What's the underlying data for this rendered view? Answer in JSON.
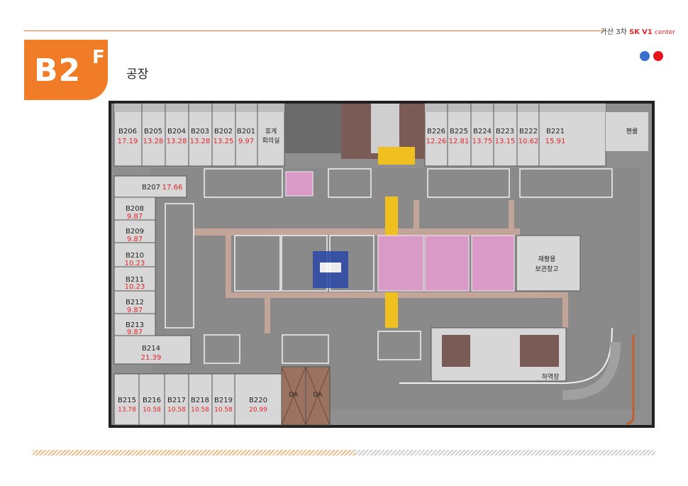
{
  "header": {
    "brand_prefix": "가산 3차",
    "brand_sk": "SK",
    "brand_vi": "V1",
    "brand_center": "center"
  },
  "floor": {
    "label": "B2",
    "suffix": "F"
  },
  "subtitle": "공장",
  "colors": {
    "accent": "#f07c28",
    "red_text": "#e3262b",
    "dot_blue": "#3a6fd0",
    "dot_red": "#e8141c",
    "accessible_pink": "#d99ac8"
  },
  "units_top": [
    {
      "name": "B206",
      "area": "17.19"
    },
    {
      "name": "B205",
      "area": "13.28"
    },
    {
      "name": "B204",
      "area": "13.28"
    },
    {
      "name": "B203",
      "area": "13.28"
    },
    {
      "name": "B202",
      "area": "13.25"
    },
    {
      "name": "B201",
      "area": "9.97"
    }
  ],
  "meeting_room": {
    "line1": "휴게",
    "line2": "회의실"
  },
  "units_top_right": [
    {
      "name": "B226",
      "area": "12.26"
    },
    {
      "name": "B225",
      "area": "12.81"
    },
    {
      "name": "B224",
      "area": "13.75"
    },
    {
      "name": "B223",
      "area": "13.15"
    },
    {
      "name": "B222",
      "area": "10.62"
    },
    {
      "name": "B221",
      "area": "15.91"
    }
  ],
  "fan_room": "팬룸",
  "unit_b207": {
    "name": "B207",
    "area": "17.66"
  },
  "units_left": [
    {
      "name": "B208",
      "area": "9.87"
    },
    {
      "name": "B209",
      "area": "9.87"
    },
    {
      "name": "B210",
      "area": "10.23"
    },
    {
      "name": "B211",
      "area": "10.23"
    },
    {
      "name": "B212",
      "area": "9.87"
    },
    {
      "name": "B213",
      "area": "9.87"
    }
  ],
  "unit_b214": {
    "name": "B214",
    "area": "21.39"
  },
  "units_bottom": [
    {
      "name": "B215",
      "area": "13.78"
    },
    {
      "name": "B216",
      "area": "10.58"
    },
    {
      "name": "B217",
      "area": "10.58"
    },
    {
      "name": "B218",
      "area": "10.58"
    },
    {
      "name": "B219",
      "area": "10.58"
    },
    {
      "name": "B220",
      "area": "20.99"
    }
  ],
  "da_labels": [
    "DA",
    "DA"
  ],
  "recycle": {
    "line1": "재활용",
    "line2": "보관창고"
  },
  "loading_dock": "하역장"
}
